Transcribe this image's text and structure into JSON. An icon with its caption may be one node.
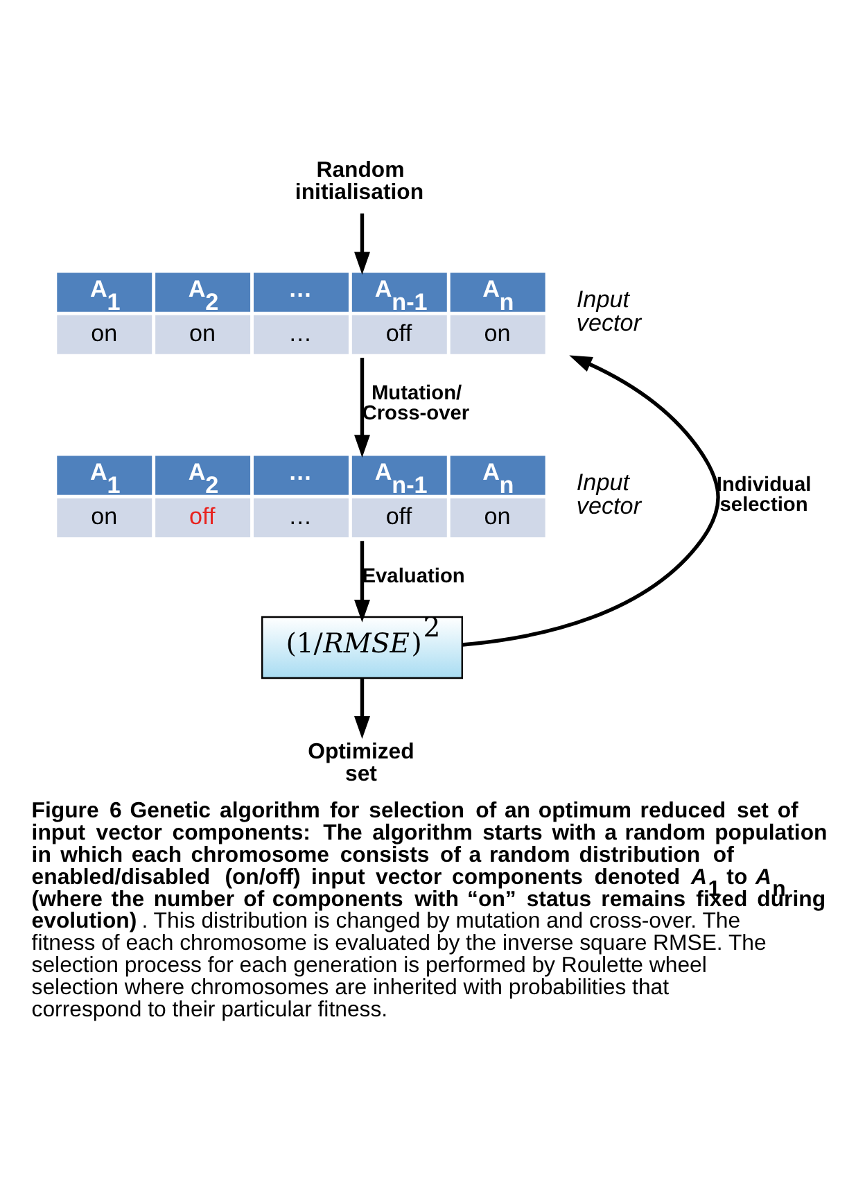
{
  "diagram": {
    "caption": "**Figure 6 Genetic algorithm for selection of an optimum reduced set of input vector components: The algorithm starts with a random population in which each chromosome consists of a random distribution of enabled/disabled (on/off) input vector components denoted *A*$_{1}$ to *A*$_{n}$ (where the number of components with “on” status remains fixed during evolution)**. This distribution is changed by mutation and cross-over. The fitness of each chromosome is evaluated by the inverse square RMSE. The selection process for each generation is performed by Roulette wheel selection where chromosomes are inherited with probabilities that correspond to their particular fitness.",
    "nodes": [
      {
        "text": [
          "Random initialisation"
        ]
      },
      {
        "text": [
          "A$_{1}$",
          "A$_{2}$",
          "…",
          "A$_{n-1}$",
          "A$_{n}$",
          "on",
          "on",
          "…",
          "off",
          "on"
        ],
        "beside": [
          "Input vector"
        ]
      },
      {
        "text": [
          "A$_{1}$",
          "A$_{2}$",
          "…",
          "A$_{n-1}$",
          "A$_{n}$",
          "on",
          "off",
          "…",
          "off",
          "on"
        ],
        "beside": [
          "Input vector"
        ]
      },
      {
        "text": [
          "(1/*RMSE*)$^{2}$"
        ]
      },
      {
        "text": [
          "Optimized set"
        ]
      }
    ],
    "edges": [
      {
        "from": 0,
        "to": 1,
        "arrow": "to"
      },
      {
        "from": 1,
        "to": 2,
        "arrow": "to",
        "label": "Mutation/ Cross-over"
      },
      {
        "from": 2,
        "to": 3,
        "arrow": "to",
        "label": "Evaluation"
      },
      {
        "from": 3,
        "to": 1,
        "arrow": "to",
        "label": "Individual selection"
      },
      {
        "from": 3,
        "to": 4,
        "arrow": "to"
      }
    ]
  }
}
